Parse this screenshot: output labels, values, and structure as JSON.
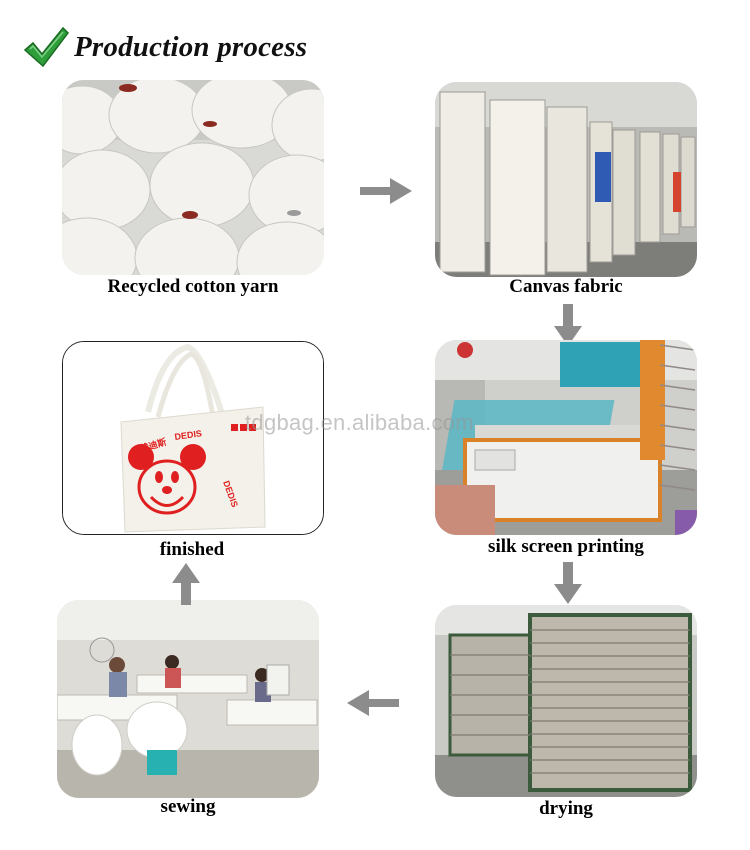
{
  "header": {
    "title": "Production process"
  },
  "watermark": "tdgbag.en.alibaba.com",
  "bag_print": {
    "brand": "DEDIS",
    "chinese": "戴迪斯"
  },
  "steps": {
    "yarn": {
      "label": "Recycled cotton yarn"
    },
    "canvas": {
      "label": "Canvas fabric"
    },
    "printing": {
      "label": "silk screen printing"
    },
    "drying": {
      "label": "drying"
    },
    "sewing": {
      "label": "sewing"
    },
    "finished": {
      "label": "finished"
    }
  },
  "colors": {
    "check": "#2e9e3a",
    "arrow": "#8c8c8c",
    "print_red": "#e02020"
  }
}
